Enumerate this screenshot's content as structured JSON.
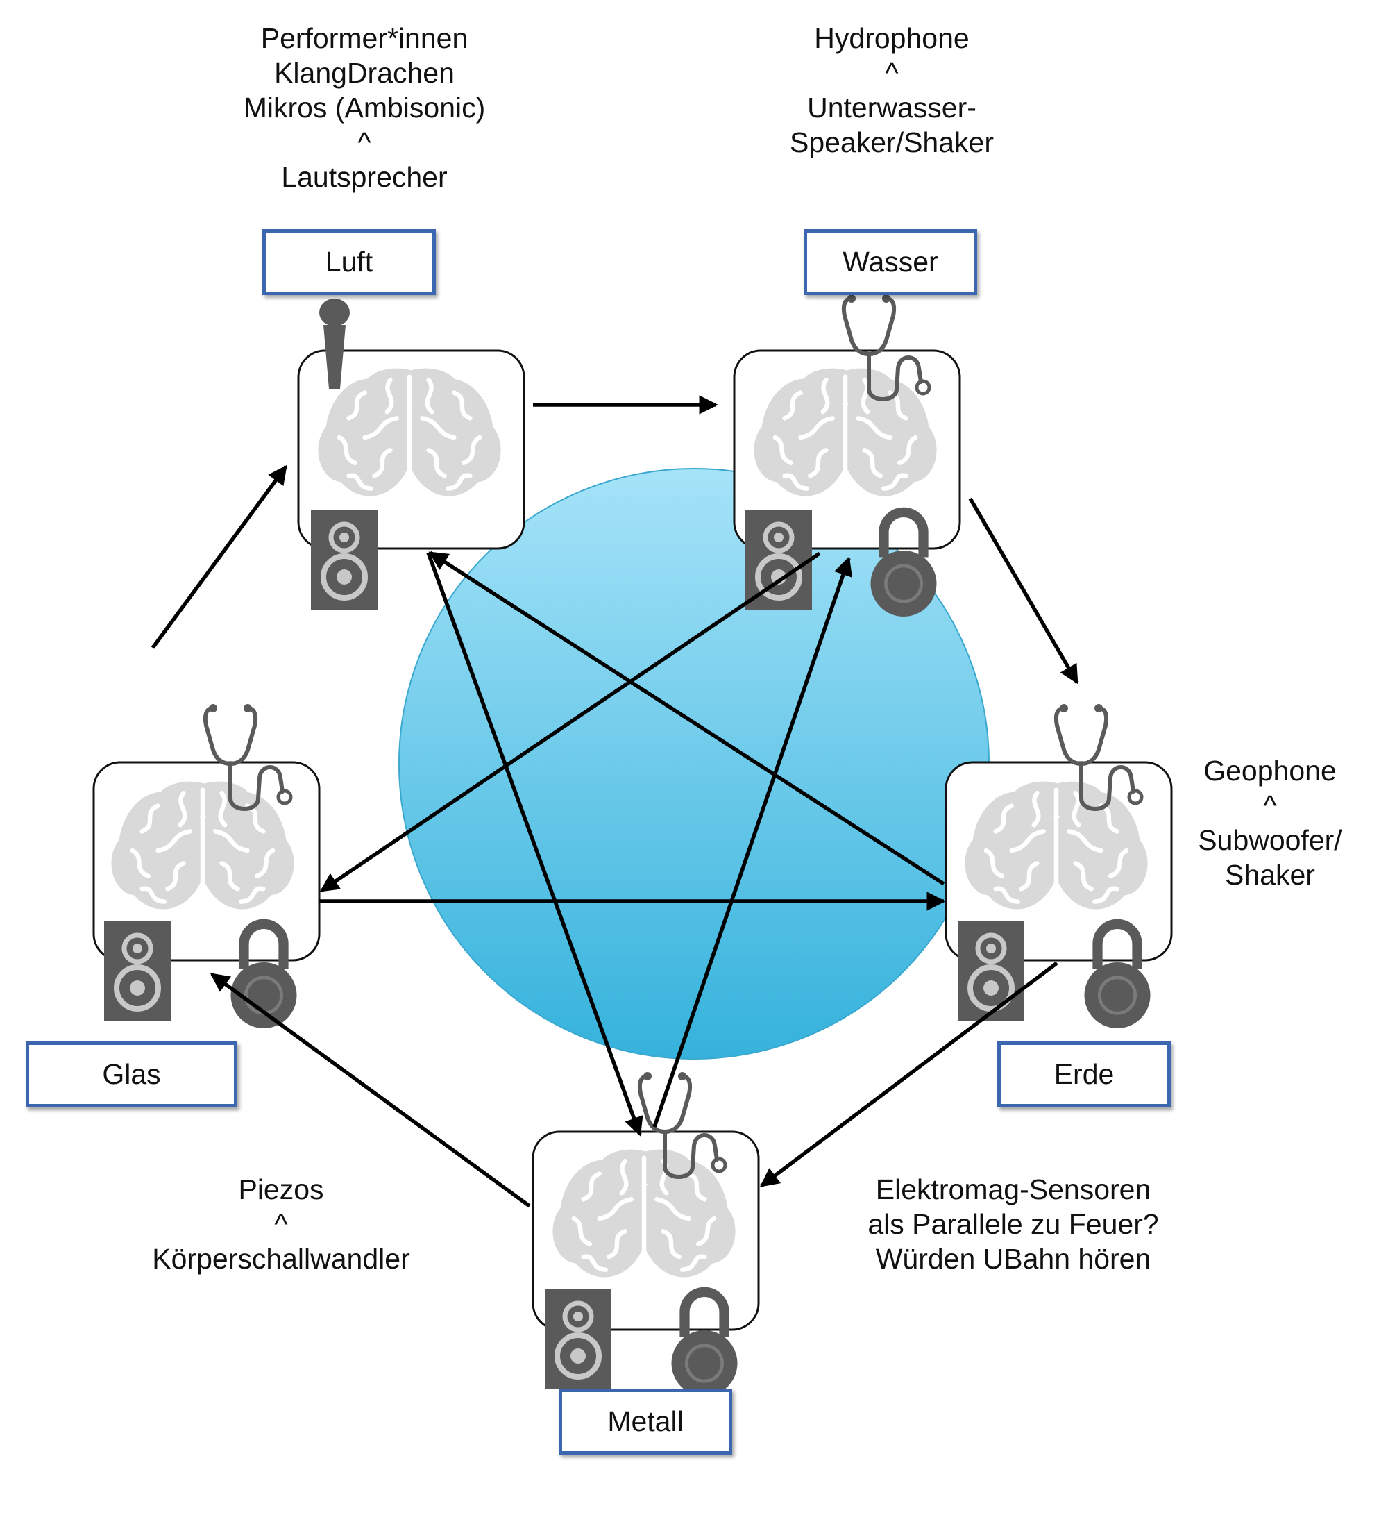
{
  "captions": {
    "luft": "Performer*innen\nKlangDrachen\nMikros (Ambisonic)\n^\nLautsprecher",
    "wasser": "Hydrophone\n^\nUnterwasser-\nSpeaker/Shaker",
    "erde": "Geophone\n^\nSubwoofer/\nShaker",
    "glas": "Piezos\n^\nKörperschallwandler",
    "metall": "Elektromag-Sensoren\nals Parallele zu Feuer?\nWürden UBahn hören"
  },
  "nodes": {
    "luft": {
      "label": "Luft",
      "icons": [
        "microphone-icon",
        "brain-icon",
        "speaker-icon"
      ]
    },
    "wasser": {
      "label": "Wasser",
      "icons": [
        "stethoscope-icon",
        "brain-icon",
        "speaker-icon",
        "padlock-icon"
      ]
    },
    "erde": {
      "label": "Erde",
      "icons": [
        "stethoscope-icon",
        "brain-icon",
        "speaker-icon",
        "padlock-icon"
      ]
    },
    "metall": {
      "label": "Metall",
      "icons": [
        "stethoscope-icon",
        "brain-icon",
        "speaker-icon",
        "padlock-icon"
      ]
    },
    "glas": {
      "label": "Glas",
      "icons": [
        "stethoscope-icon",
        "brain-icon",
        "speaker-icon",
        "padlock-icon"
      ]
    }
  },
  "arrows": [
    {
      "from": "luft",
      "to": "wasser"
    },
    {
      "from": "wasser",
      "to": "erde"
    },
    {
      "from": "erde",
      "to": "metall"
    },
    {
      "from": "metall",
      "to": "glas"
    },
    {
      "from": "glas",
      "to": "luft"
    },
    {
      "from": "luft",
      "to": "metall"
    },
    {
      "from": "metall",
      "to": "wasser"
    },
    {
      "from": "wasser",
      "to": "glas"
    },
    {
      "from": "glas",
      "to": "erde"
    },
    {
      "from": "erde",
      "to": "luft"
    }
  ],
  "colors": {
    "circle_top": "#a6e3f8",
    "circle_bottom": "#35b2dc",
    "box_border": "#3d66b0",
    "brain": "#d9d9d9",
    "icon_gray": "#5a5a5a",
    "arrow": "#000000"
  }
}
